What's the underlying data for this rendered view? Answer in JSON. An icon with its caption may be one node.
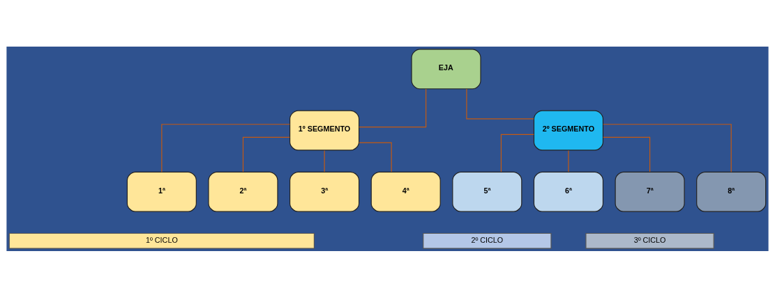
{
  "diagram": {
    "nodes": [
      {
        "text": [
          "EJA"
        ]
      },
      {
        "text": [
          "1º SEGMENTO"
        ]
      },
      {
        "text": [
          "2º SEGMENTO"
        ]
      },
      {
        "text": [
          "1ª"
        ]
      },
      {
        "text": [
          "2ª"
        ]
      },
      {
        "text": [
          "3ª"
        ]
      },
      {
        "text": [
          "4ª"
        ]
      },
      {
        "text": [
          "5ª"
        ]
      },
      {
        "text": [
          "6ª"
        ]
      },
      {
        "text": [
          "7ª"
        ]
      },
      {
        "text": [
          "8ª"
        ]
      },
      {
        "text": [
          "1º CICLO"
        ]
      },
      {
        "text": [
          "2º CICLO"
        ]
      },
      {
        "text": [
          "3º CICLO"
        ]
      }
    ],
    "edges": [
      {
        "from": 0,
        "to": 1,
        "arrow": "none"
      },
      {
        "from": 0,
        "to": 2,
        "arrow": "none"
      },
      {
        "from": 1,
        "to": 3,
        "arrow": "none"
      },
      {
        "from": 1,
        "to": 4,
        "arrow": "none"
      },
      {
        "from": 1,
        "to": 5,
        "arrow": "none"
      },
      {
        "from": 1,
        "to": 6,
        "arrow": "none"
      },
      {
        "from": 2,
        "to": 7,
        "arrow": "none"
      },
      {
        "from": 2,
        "to": 8,
        "arrow": "none"
      },
      {
        "from": 2,
        "to": 9,
        "arrow": "none"
      },
      {
        "from": 2,
        "to": 10,
        "arrow": "none"
      }
    ]
  }
}
